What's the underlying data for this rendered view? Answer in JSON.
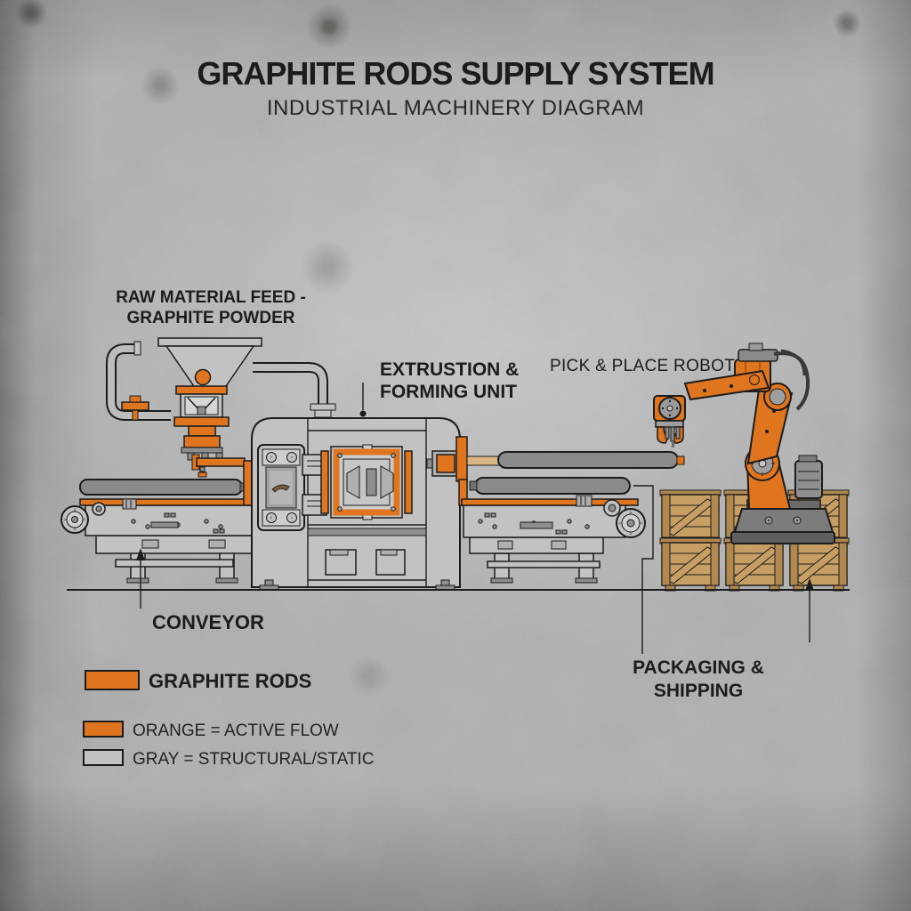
{
  "title": "GRAPHITE RODS SUPPLY SYSTEM",
  "subtitle": "INDUSTRIAL MACHINERY DIAGRAM",
  "labels": {
    "raw_material": "RAW MATERIAL FEED -\nGRAPHITE POWDER",
    "extrusion": "EXTRUSTION &\nFORMING UNIT",
    "robot": "PICK & PLACE ROBOT",
    "conveyor": "CONVEYOR",
    "packaging": "PACKAGING &\nSHIPPING"
  },
  "legend": {
    "items": [
      {
        "label": "GRAPHITE RODS",
        "swatch": "#DF751E"
      },
      {
        "label": "ORANGE = ACTIVE FLOW",
        "swatch": "#DF751E"
      },
      {
        "label": "GRAY = STRUCTURAL/STATIC",
        "swatch": "#C6C6C6"
      }
    ]
  },
  "colors": {
    "active_flow": "#DF751E",
    "structural_gray": "#C2C2C2",
    "rod_gray": "#8A8A8A",
    "crate_wood": "#C79E63",
    "outline": "#1C1C1C",
    "text": "#1C1C1C",
    "background": "#AFAFAF"
  }
}
